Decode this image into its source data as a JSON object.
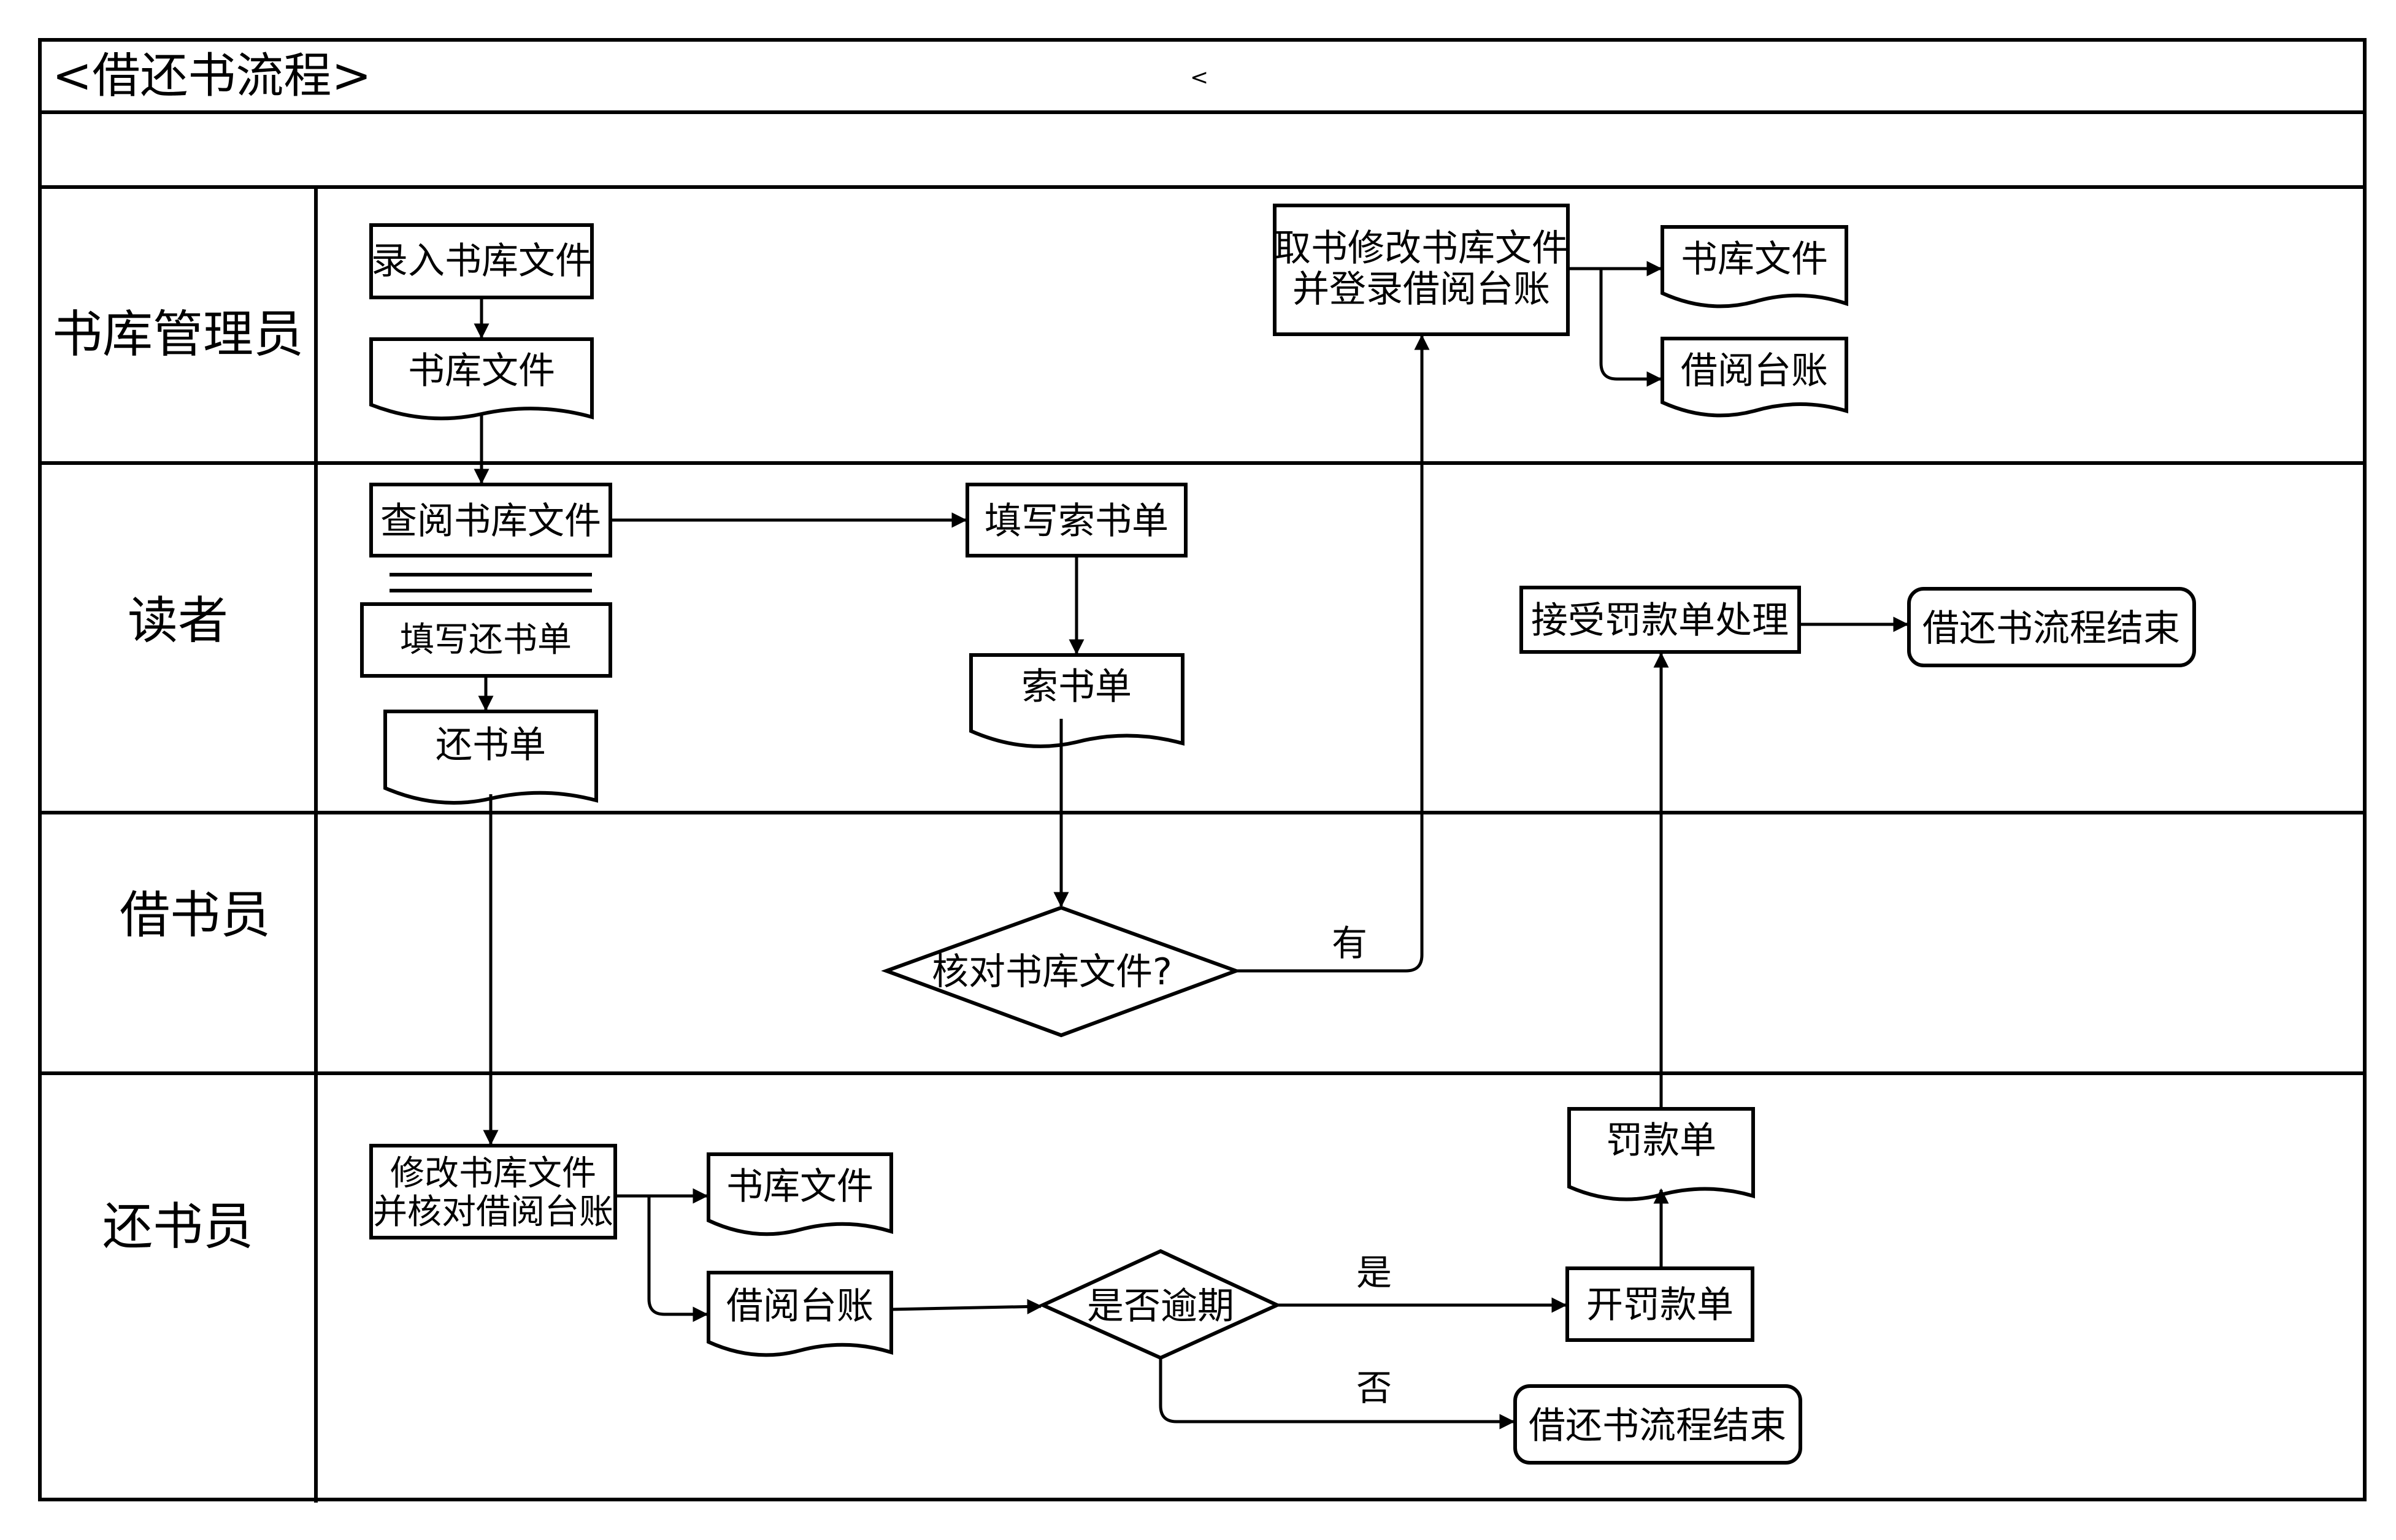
{
  "diagram": {
    "title": "<借还书流程>",
    "title_mark": "<",
    "lanes": [
      "书库管理员",
      "读者",
      "借书员",
      "还书员"
    ],
    "nodes": {
      "input_library_file": "录入书库文件",
      "library_file_1": "书库文件",
      "take_book_line1": "取书修改书库文件",
      "take_book_line2": "并登录借阅台账",
      "library_file_2": "书库文件",
      "borrow_ledger_1": "借阅台账",
      "view_library_file": "查阅书库文件",
      "fill_request_form": "填写索书单",
      "request_form": "索书单",
      "fill_return_form": "填写还书单",
      "return_form": "还书单",
      "accept_fine": "接受罚款单处理",
      "end_1": "借还书流程结束",
      "check_library_file": "核对书库文件?",
      "modify_line1": "修改书库文件",
      "modify_line2": "并核对借阅台账",
      "library_file_3": "书库文件",
      "borrow_ledger_2": "借阅台账",
      "overdue_check": "是否逾期",
      "fine_form": "罚款单",
      "issue_fine": "开罚款单",
      "end_2": "借还书流程结束"
    },
    "edge_labels": {
      "has": "有",
      "yes": "是",
      "no": "否"
    }
  }
}
